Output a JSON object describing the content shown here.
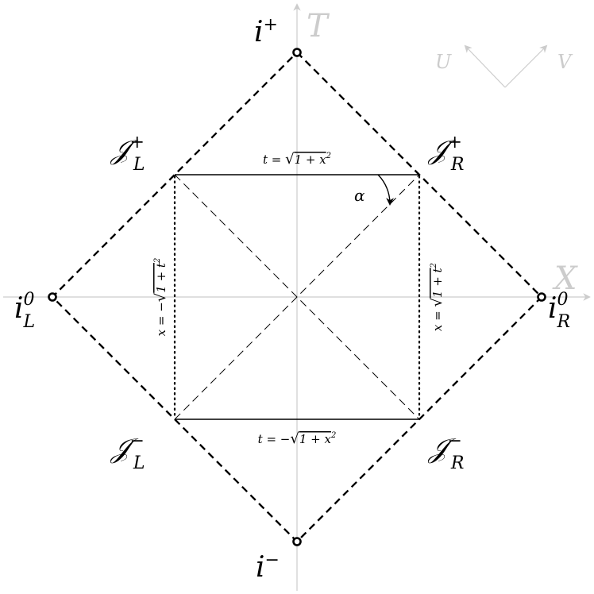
{
  "axes": {
    "time_label": "T",
    "space_label": "X",
    "null_u_label": "U",
    "null_v_label": "V"
  },
  "points": {
    "future_timelike": {
      "base": "i",
      "sup": "+",
      "sub": ""
    },
    "past_timelike": {
      "base": "i",
      "sup": "−",
      "sub": ""
    },
    "left_spacelike": {
      "base": "i",
      "sup": "0",
      "sub": "L"
    },
    "right_spacelike": {
      "base": "i",
      "sup": "0",
      "sub": "R"
    }
  },
  "scri": {
    "future_left": {
      "base": "𝒥",
      "sup": "+",
      "sub": "L"
    },
    "future_right": {
      "base": "𝒥",
      "sup": "+",
      "sub": "R"
    },
    "past_left": {
      "base": "𝒥",
      "sup": "−",
      "sub": "L"
    },
    "past_right": {
      "base": "𝒥",
      "sup": "−",
      "sub": "R"
    }
  },
  "curves": {
    "top": {
      "lhs": "t = ",
      "radical": "√",
      "radicand": "1 + x",
      "exp": "2"
    },
    "bottom": {
      "lhs": "t = −",
      "radical": "√",
      "radicand": "1 + x",
      "exp": "2"
    },
    "left": {
      "lhs": "x = −",
      "radical": "√",
      "radicand": "1 + t",
      "exp": "2"
    },
    "right": {
      "lhs": "x = ",
      "radical": "√",
      "radicand": "1 + t",
      "exp": "2"
    }
  },
  "angle_label": "α",
  "colors": {
    "ink": "#000000",
    "axis": "#cccccc"
  }
}
